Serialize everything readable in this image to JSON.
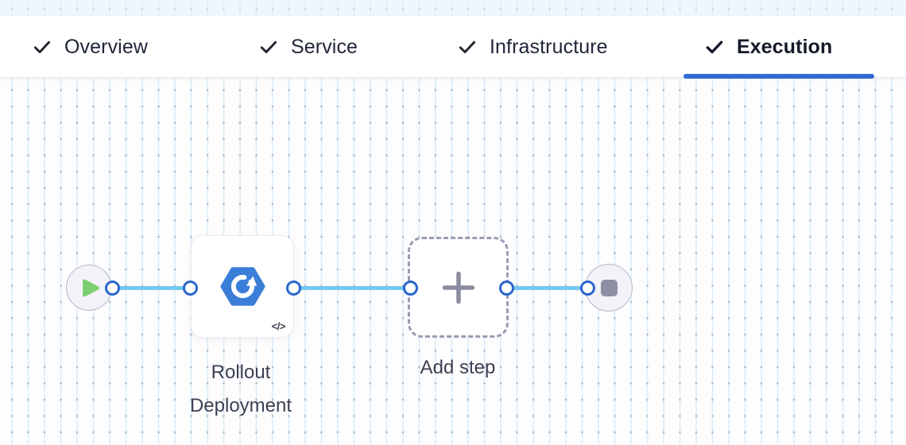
{
  "tabs": {
    "items": [
      {
        "label": "Overview",
        "completed": true,
        "active": false
      },
      {
        "label": "Service",
        "completed": true,
        "active": false
      },
      {
        "label": "Infrastructure",
        "completed": true,
        "active": false
      },
      {
        "label": "Execution",
        "completed": true,
        "active": true
      }
    ],
    "active_tab": "Execution"
  },
  "pipeline": {
    "start_node": {
      "type": "start",
      "icon": "play-icon"
    },
    "steps": [
      {
        "label": "Rollout\nDeployment",
        "icon": "k8s-rollout-hexagon-icon",
        "badge": "</>"
      }
    ],
    "add_step": {
      "label": "Add step",
      "icon": "plus-icon"
    },
    "end_node": {
      "type": "end",
      "icon": "stop-icon"
    },
    "edges": 3,
    "connector_ports": 6
  },
  "colors": {
    "accent_blue": "#2f6bd2",
    "edge_blue": "#74c8f3",
    "connector_blue": "#2a66cb",
    "hexagon_blue": "#3b7ed8",
    "play_green": "#7ccf70",
    "node_fill": "#f2f2f8",
    "label_text": "#3d4053",
    "tab_text": "#20263a"
  }
}
